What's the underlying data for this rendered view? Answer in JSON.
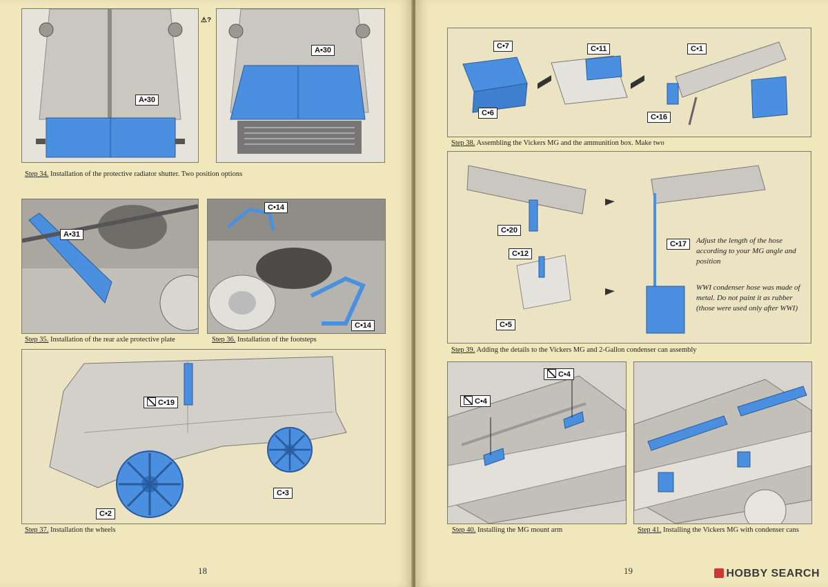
{
  "left_page": {
    "page_number": "18",
    "step34": {
      "step": "Step 34.",
      "text": " Installation of the protective radiator shutter. Two position options",
      "part_a": "A•30",
      "part_b": "A•30"
    },
    "step35": {
      "step": "Step 35.",
      "text": " Installation of the rear axle protective plate",
      "part": "A•31"
    },
    "step36": {
      "step": "Step 36.",
      "text": " Installation of the footsteps",
      "part_top": "C•14",
      "part_bottom": "C•14"
    },
    "step37": {
      "step": "Step 37.",
      "text": " Installation the wheels",
      "part_hatch": "C•19",
      "part_front_wheel": "C•2",
      "part_rear_wheel": "C•3"
    }
  },
  "right_page": {
    "page_number": "19",
    "step38": {
      "step": "Step 38.",
      "text": " Assembling the Vickers MG and the ammunition box. Make two",
      "parts": [
        "C•7",
        "C•6",
        "C•11",
        "C•1",
        "C•16"
      ]
    },
    "step39": {
      "step": "Step 39.",
      "text": " Adding the details to the Vickers MG and 2-Gallon condenser can assembly",
      "parts": [
        "C•20",
        "C•12",
        "C•5",
        "C•17"
      ],
      "note1": "Adjust the length of the hose according to your MG angle and position",
      "note2": "WWI condenser hose was made of metal. Do not paint it as rubber (those were used only after WWI)"
    },
    "step40": {
      "step": "Step 40.",
      "text": " Installing the MG mount arm",
      "part_a": "C•4",
      "part_b": "C•4"
    },
    "step41": {
      "step": "Step 41.",
      "text": " Installing the Vickers MG with condenser cans"
    }
  },
  "watermark": "HOBBY SEARCH",
  "colors": {
    "paper": "#f1e7bd",
    "highlight_blue": "#4a8fe0",
    "model_grey": "#c8c6c0"
  }
}
